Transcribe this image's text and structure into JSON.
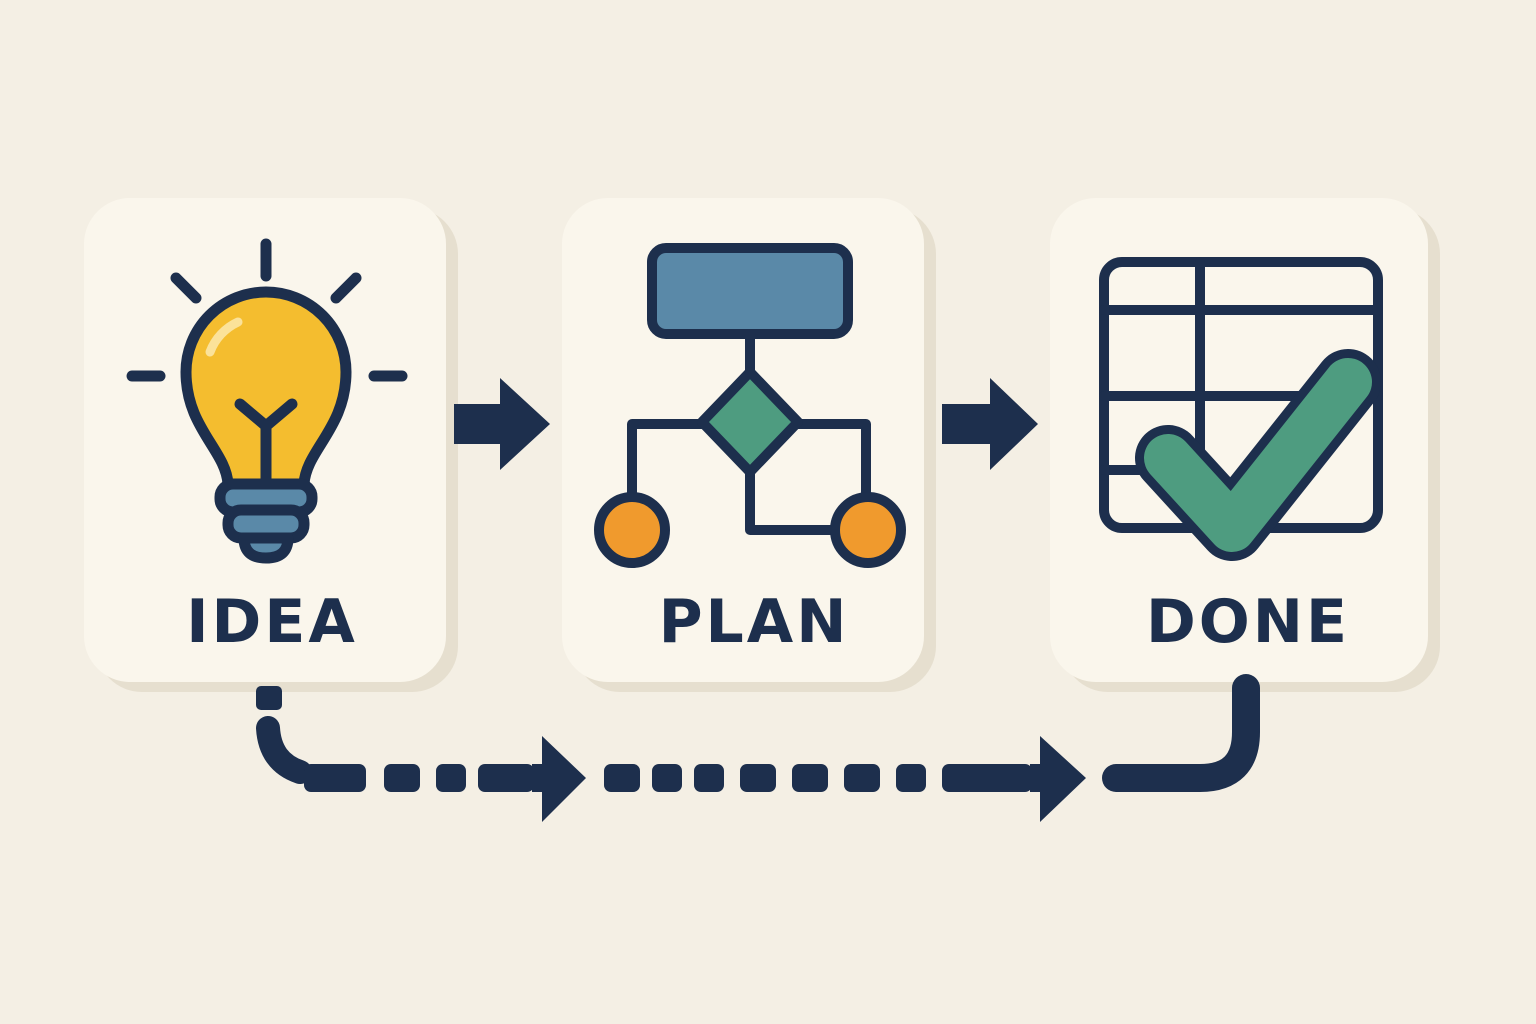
{
  "colors": {
    "background": "#f4efe4",
    "card": "#faf6ec",
    "card_shadow": "#e6dfcf",
    "ink": "#1d2f4d",
    "bulb_yellow": "#f4bd2f",
    "steel_blue": "#5a89a8",
    "teal_green": "#4e9c80",
    "orange": "#f09a2d"
  },
  "steps": [
    {
      "label": "IDEA",
      "icon": "lightbulb-icon"
    },
    {
      "label": "PLAN",
      "icon": "flowchart-icon"
    },
    {
      "label": "DONE",
      "icon": "checklist-table-icon"
    }
  ],
  "connectors": {
    "between_cards": "arrow-right-icon",
    "bottom_path": "dashed-arrow-path"
  }
}
